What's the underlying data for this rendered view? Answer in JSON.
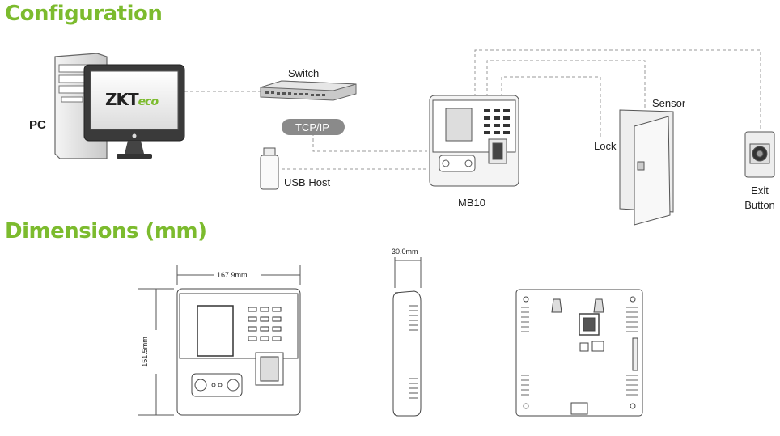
{
  "headings": {
    "configuration": "Configuration",
    "dimensions": "Dimensions (mm)"
  },
  "config_labels": {
    "pc": "PC",
    "switch": "Switch",
    "tcpip": "TCP/IP",
    "usb_host": "USB Host",
    "device": "MB10",
    "sensor": "Sensor",
    "lock": "Lock",
    "exit_button_line1": "Exit",
    "exit_button_line2": "Button",
    "brand_logo": "ZKTeco"
  },
  "dimension_labels": {
    "width": "167.9mm",
    "height": "151.5mm",
    "depth": "30.0mm"
  },
  "colors": {
    "heading": "#7cbb2e",
    "line": "#555555",
    "dashed": "#999999",
    "pill": "#8a8a8a"
  }
}
